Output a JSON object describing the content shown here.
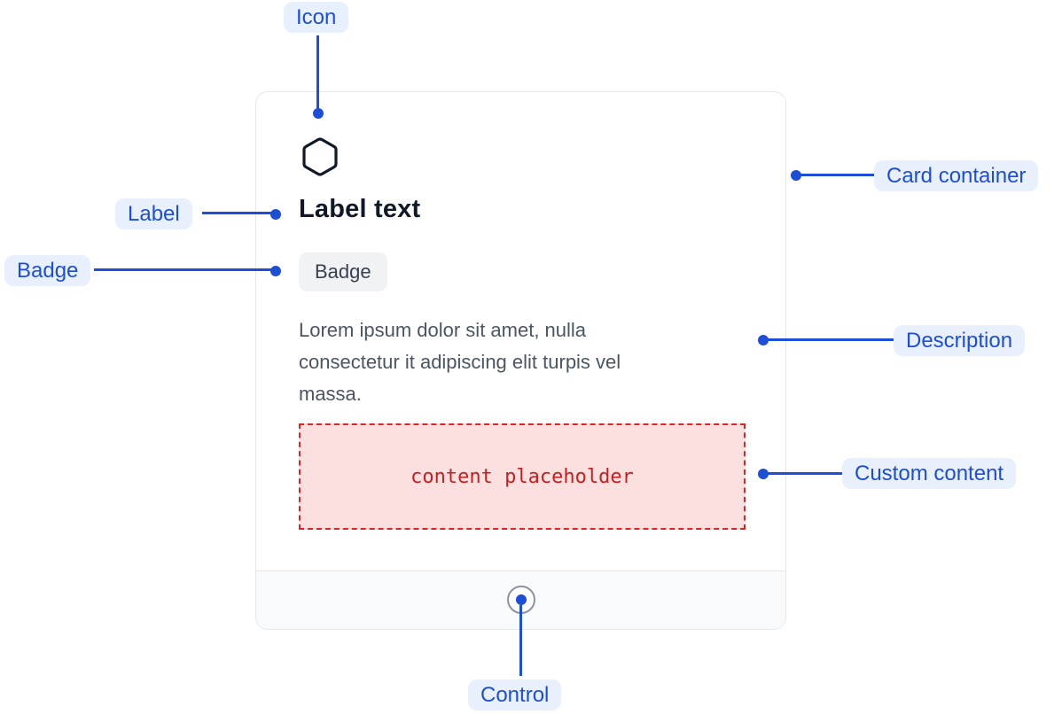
{
  "card": {
    "icon": "hexagon-icon",
    "label": "Label text",
    "badge": "Badge",
    "description": "Lorem ipsum dolor sit amet, nulla\nconsectetur it adipiscing elit turpis vel\nmassa.",
    "placeholder": "content placeholder"
  },
  "annotations": {
    "icon": "Icon",
    "label": "Label",
    "badge": "Badge",
    "card_container": "Card container",
    "description": "Description",
    "custom_content": "Custom content",
    "control": "Control"
  },
  "colors": {
    "annotation_blue": "#1d4ed8",
    "annotation_pill_bg": "#e8f0fd",
    "card_border": "#e5e7eb",
    "footer_bg": "#f9fafb",
    "badge_bg": "#f1f2f4",
    "heading_text": "#111827",
    "description_text": "#4b5563",
    "placeholder_bg": "#fce0e0",
    "placeholder_border": "#e02424",
    "placeholder_text": "#c81e1e"
  }
}
